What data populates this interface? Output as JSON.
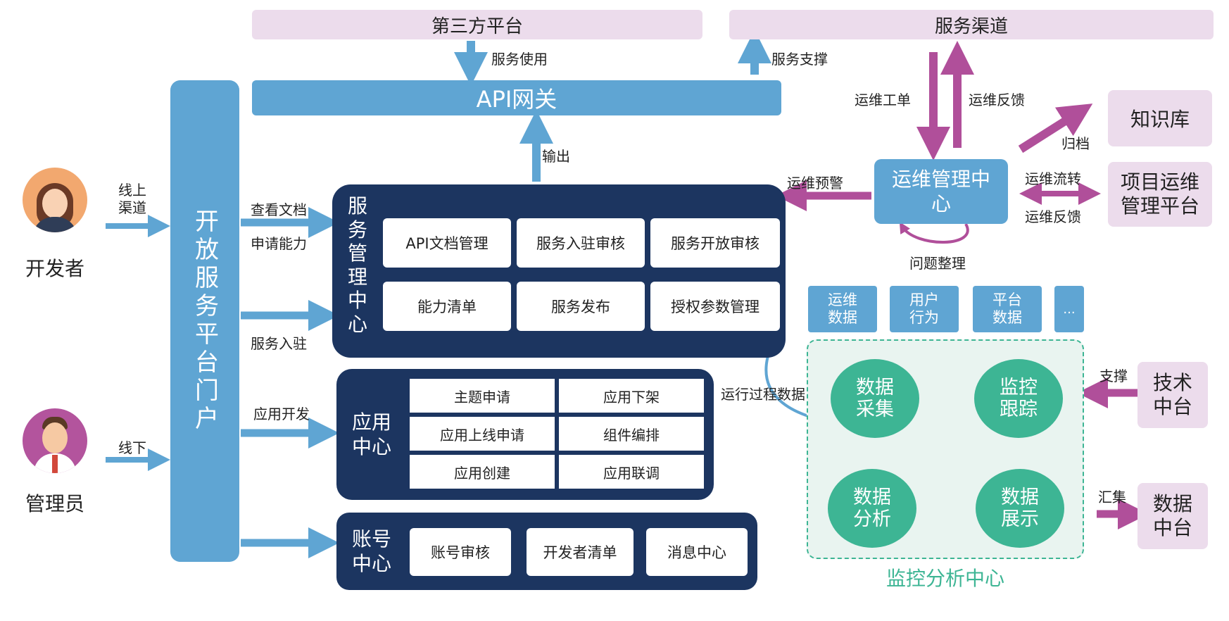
{
  "top": {
    "third_party": "第三方平台",
    "service_channel": "服务渠道",
    "api_gateway": "API网关"
  },
  "actors": {
    "developer": "开发者",
    "admin": "管理员"
  },
  "portal": "开放服务平台门户",
  "labels": {
    "online_channel": "线上\n渠道",
    "offline": "线下",
    "service_use": "服务使用",
    "service_support": "服务支撑",
    "output": "输出",
    "view_docs": "查看文档",
    "apply_capability": "申请能力",
    "service_onboard": "服务入驻",
    "app_dev": "应用开发",
    "ops_ticket": "运维工单",
    "ops_feedback": "运维反馈",
    "archive": "归档",
    "ops_warning": "运维预警",
    "ops_flow": "运维流转",
    "ops_feedback2": "运维反馈",
    "issue_sort": "问题整理",
    "runtime_data": "运行过程数据",
    "support": "支撑",
    "collect": "汇集"
  },
  "service_center": {
    "title": "服务管理中心",
    "items": [
      "API文档管理",
      "服务入驻审核",
      "服务开放审核",
      "能力清单",
      "服务发布",
      "授权参数管理"
    ]
  },
  "app_center": {
    "title": "应用\n中心",
    "items": [
      "主题申请",
      "应用下架",
      "应用上线申请",
      "组件编排",
      "应用创建",
      "应用联调"
    ]
  },
  "account_center": {
    "title": "账号\n中心",
    "items": [
      "账号审核",
      "开发者清单",
      "消息中心"
    ]
  },
  "ops_center": "运维管理中\n心",
  "right_boxes": {
    "knowledge": "知识库",
    "project_ops": "项目运维\n管理平台",
    "tech_center": "技术\n中台",
    "data_center": "数据\n中台"
  },
  "data_chips": [
    "运维\n数据",
    "用户\n行为",
    "平台\n数据",
    "..."
  ],
  "monitor": {
    "title": "监控分析中心",
    "nodes": [
      "数据\n采集",
      "监控\n跟踪",
      "数据\n分析",
      "数据\n展示"
    ]
  },
  "colors": {
    "blue": "#5fa5d3",
    "navy": "#1c3560",
    "pink": "#ecdcec",
    "magenta": "#b04f9a",
    "green": "#3db594",
    "arrow_blue": "#5fa5d3"
  }
}
